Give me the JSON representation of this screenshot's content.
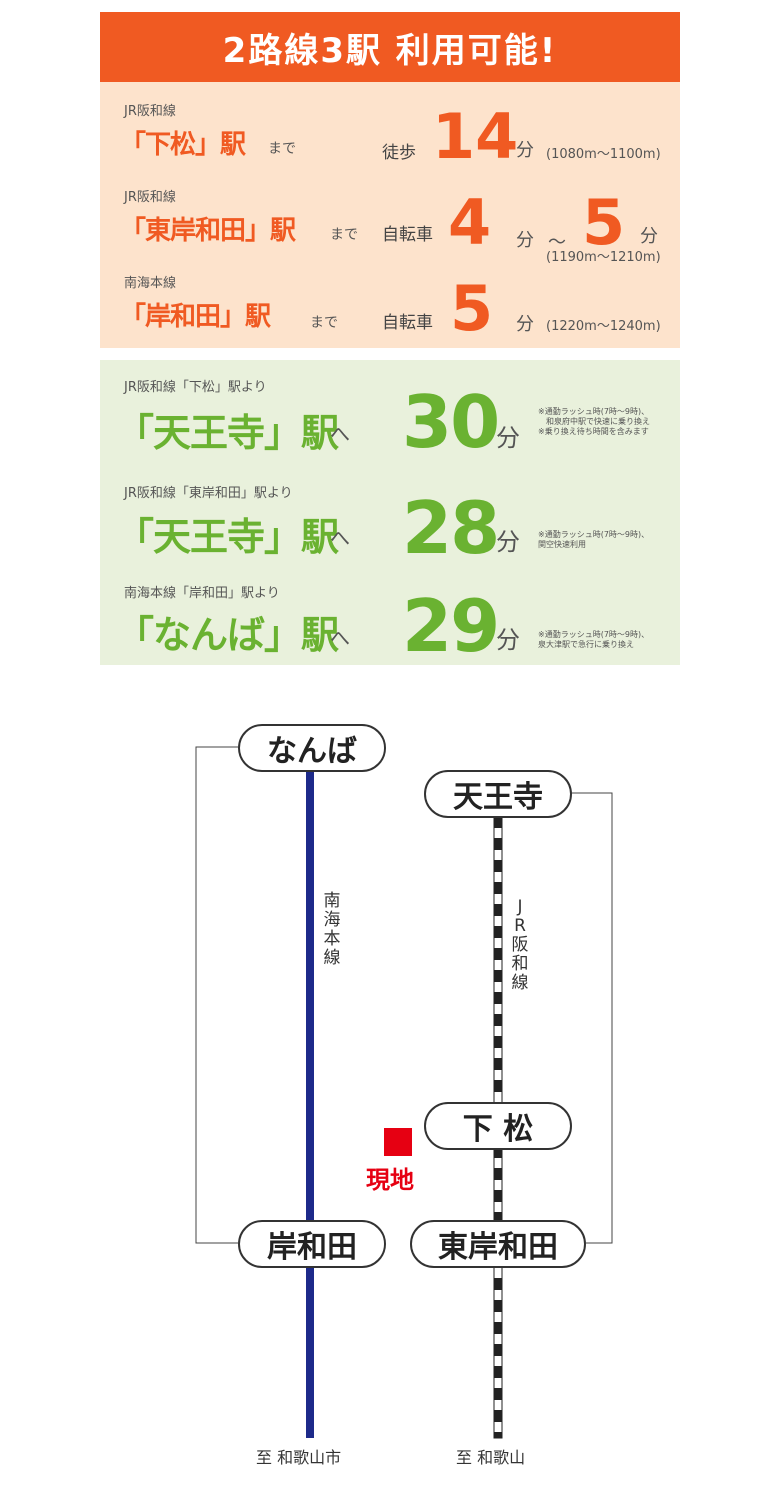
{
  "header": {
    "title": "2路線3駅 利用可能!"
  },
  "access": [
    {
      "line": "JR阪和線",
      "station": "「下松」駅",
      "made": "まで",
      "mode": "徒歩",
      "min": "14",
      "fun": "分",
      "distance": "(1080m〜1100m)"
    },
    {
      "line": "JR阪和線",
      "station": "「東岸和田」駅",
      "made": "まで",
      "mode": "自転車",
      "min": "4",
      "fun": "分",
      "tilde": "〜",
      "max": "5",
      "fun2": "分",
      "distance": "(1190m〜1210m)"
    },
    {
      "line": "南海本線",
      "station": "「岸和田」駅",
      "made": "まで",
      "mode": "自転車",
      "min": "5",
      "fun": "分",
      "distance": "(1220m〜1240m)"
    }
  ],
  "commute": [
    {
      "from": "JR阪和線「下松」駅より",
      "dest": "「天王寺」駅",
      "he": "へ",
      "min": "30",
      "fun": "分",
      "note1": "※通勤ラッシュ時(7時〜9時)、",
      "note2": "　和泉府中駅で快速に乗り換え",
      "note3": "※乗り換え待ち時間を含みます"
    },
    {
      "from": "JR阪和線「東岸和田」駅より",
      "dest": "「天王寺」駅",
      "he": "へ",
      "min": "28",
      "fun": "分",
      "note1": "※通勤ラッシュ時(7時〜9時)、",
      "note2": "関空快速利用"
    },
    {
      "from": "南海本線「岸和田」駅より",
      "dest": "「なんば」駅",
      "he": "へ",
      "min": "29",
      "fun": "分",
      "note1": "※通勤ラッシュ時(7時〜9時)、",
      "note2": "泉大津駅で急行に乗り換え"
    }
  ],
  "map": {
    "stations": {
      "namba": "なんば",
      "tennoji": "天王寺",
      "shimomatsu": "下 松",
      "kishiwada": "岸和田",
      "higashikishiwada": "東岸和田"
    },
    "nankai_label": "南海本線",
    "jr_label": "JR阪和線",
    "site_label": "現地",
    "to_left": "至 和歌山市",
    "to_right": "至 和歌山",
    "colors": {
      "nankai": "#1d2a8a",
      "site": "#e60012",
      "jr": "#222222"
    }
  }
}
